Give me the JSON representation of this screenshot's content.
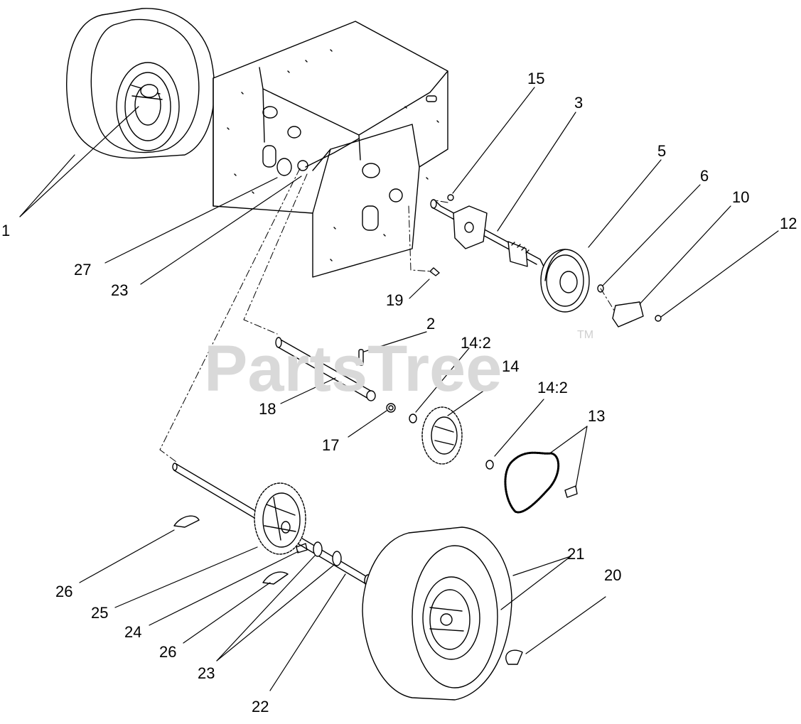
{
  "watermark": {
    "text": "PartsTree",
    "trademark": "TM"
  },
  "callouts": [
    {
      "id": "c1",
      "text": "1"
    },
    {
      "id": "c15",
      "text": "15"
    },
    {
      "id": "c3",
      "text": "3"
    },
    {
      "id": "c5",
      "text": "5"
    },
    {
      "id": "c6",
      "text": "6"
    },
    {
      "id": "c10",
      "text": "10"
    },
    {
      "id": "c12",
      "text": "12"
    },
    {
      "id": "c27",
      "text": "27"
    },
    {
      "id": "c23a",
      "text": "23"
    },
    {
      "id": "c19",
      "text": "19"
    },
    {
      "id": "c2",
      "text": "2"
    },
    {
      "id": "c14_2a",
      "text": "14:2"
    },
    {
      "id": "c14",
      "text": "14"
    },
    {
      "id": "c14_2b",
      "text": "14:2"
    },
    {
      "id": "c18",
      "text": "18"
    },
    {
      "id": "c17",
      "text": "17"
    },
    {
      "id": "c13",
      "text": "13"
    },
    {
      "id": "c21",
      "text": "21"
    },
    {
      "id": "c20",
      "text": "20"
    },
    {
      "id": "c26a",
      "text": "26"
    },
    {
      "id": "c25",
      "text": "25"
    },
    {
      "id": "c24",
      "text": "24"
    },
    {
      "id": "c26b",
      "text": "26"
    },
    {
      "id": "c23b",
      "text": "23"
    },
    {
      "id": "c22",
      "text": "22"
    }
  ]
}
